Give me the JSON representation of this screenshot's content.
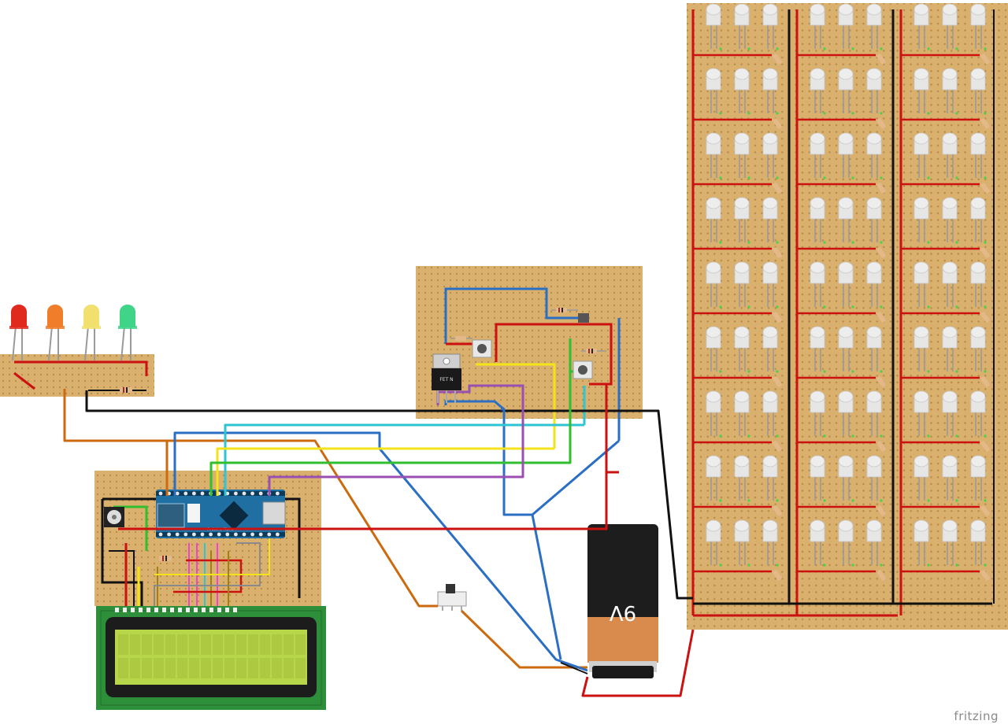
{
  "app": {
    "name": "fritzing"
  },
  "battery": {
    "label": "9V"
  },
  "mosfet": {
    "label": "FET N"
  },
  "arduino": {
    "label": "Arduino Nano"
  },
  "colors": {
    "board": "#d9b06e",
    "board_edge": "#caa060",
    "wire_red": "#cc1111",
    "wire_black": "#111111",
    "wire_blue": "#2b6fc4",
    "wire_cyan": "#2ec4d2",
    "wire_yellow": "#f2e31b",
    "wire_green": "#2fbf2f",
    "wire_purple": "#9a4fb2",
    "wire_orange": "#cc6a10",
    "wire_magenta": "#ef43d0",
    "wire_gray": "#8a8a8a",
    "wire_olive": "#a08010",
    "arduino_blue": "#1f6fa3",
    "lcd_green": "#2d8f3a",
    "lcd_screen": "#b8d64a",
    "led_white": "#e6e6e6"
  },
  "indicator_leds": [
    {
      "name": "red-led",
      "color": "#e02a1e"
    },
    {
      "name": "orange-led",
      "color": "#f07d2a"
    },
    {
      "name": "yellow-led",
      "color": "#f1e06d"
    },
    {
      "name": "green-led",
      "color": "#3fd487"
    }
  ],
  "led_matrix": {
    "rows": 9,
    "cols_per_strip": 3,
    "strips": 3
  }
}
